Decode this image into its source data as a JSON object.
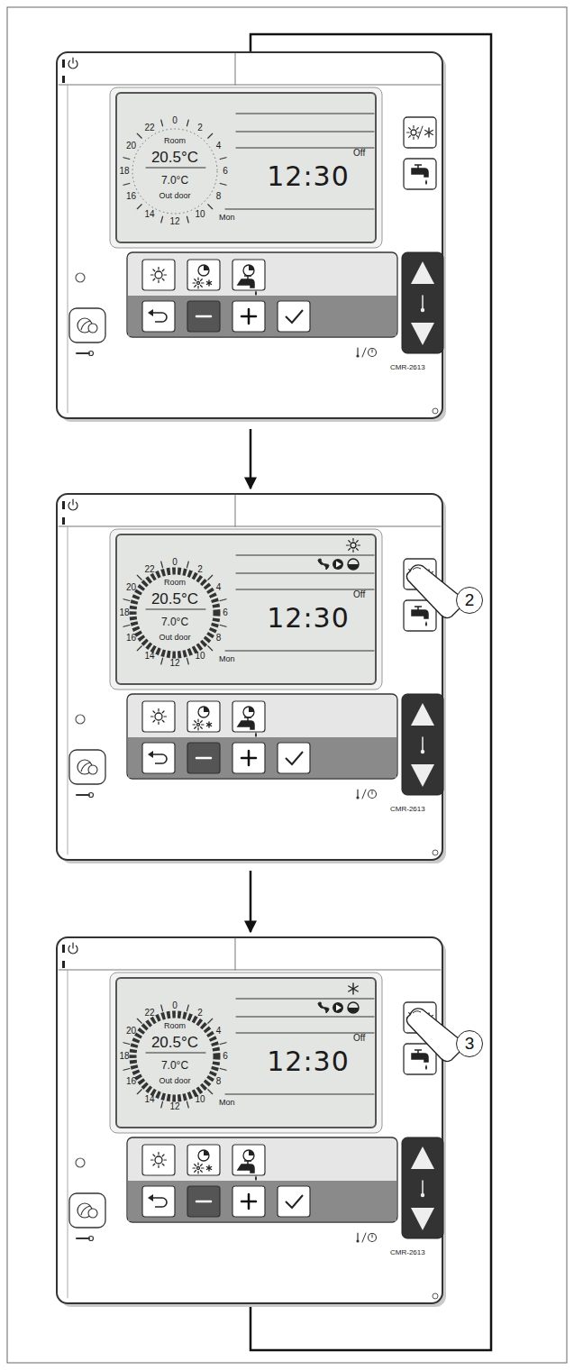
{
  "diagram": {
    "nodes": [
      {
        "text": [
          "CMR-2613"
        ]
      },
      {
        "text": [
          "Room",
          "20.5°C",
          "7.0°C",
          "Out door",
          "Off",
          "12:30",
          "Mon"
        ],
        "in": 0
      },
      {
        "text": [
          "CMR-2613"
        ]
      },
      {
        "text": [
          "Room",
          "20.5°C",
          "7.0°C",
          "Out door",
          "Off",
          "12:30",
          "Mon"
        ],
        "in": 2
      },
      {
        "text": [
          "CMR-2613"
        ]
      },
      {
        "text": [
          "Room",
          "20.5°C",
          "7.0°C",
          "Out door",
          "Off",
          "12:30",
          "Mon"
        ],
        "in": 4
      }
    ],
    "edges": [
      {
        "from": 0,
        "to": 2,
        "arrow": "to"
      },
      {
        "from": 2,
        "to": 4,
        "arrow": "to"
      },
      {
        "from": 4,
        "to": 0,
        "arrow": "none"
      }
    ],
    "labels": [
      "0",
      "2",
      "4",
      "6",
      "8",
      "10",
      "12",
      "14",
      "16",
      "18",
      "20",
      "22",
      "0",
      "2",
      "4",
      "6",
      "8",
      "10",
      "12",
      "14",
      "16",
      "18",
      "20",
      "22",
      "0",
      "2",
      "4",
      "6",
      "8",
      "10",
      "12",
      "14",
      "16",
      "18",
      "20",
      "22",
      "2",
      "3"
    ]
  }
}
